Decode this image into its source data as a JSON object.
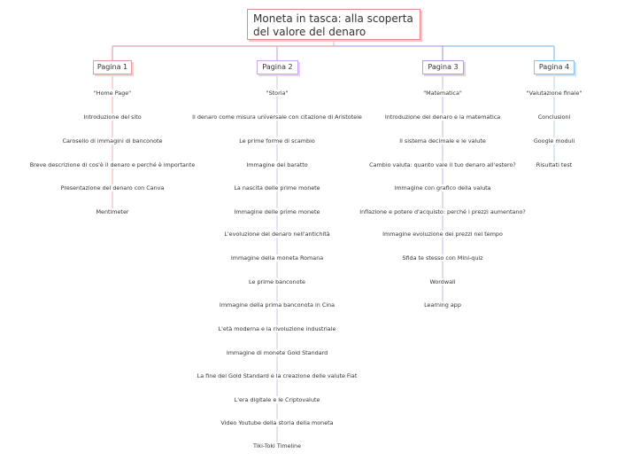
{
  "title": {
    "line1": "Moneta in tasca: alla scoperta",
    "line2": "del valore del   denaro"
  },
  "colors": {
    "page1": "#e39b9b",
    "page2": "#c9a6ea",
    "page3": "#b89be2",
    "page4": "#8cc0ea"
  },
  "columns": [
    {
      "label": "Pagina 1",
      "items": [
        "\"Home Page\"",
        "Introduzione del sito",
        "Carosello di immagini di banconote",
        "Breve descrizione di cos'è il denaro e perché è importante",
        "Presentazione del denaro con Canva",
        "Mentimeter"
      ]
    },
    {
      "label": "Pagina 2",
      "items": [
        "\"Storia\"",
        "Il denaro come misura universale con citazione di Aristotele",
        "Le prime forme di scambio",
        "Immagine del baratto",
        "La nascita delle prime monete",
        "Immagine delle prime monete",
        "L'evoluzione del denaro nell'antichità",
        "Immagine della moneta Romana",
        "Le prime banconote",
        "Immagine della prima banconota in Cina",
        "L'età moderna e la rivoluzione industriale",
        "Immagine di monete Gold Standard",
        "La fine del Gold Standard e la creazione delle valute Fiat",
        "L'era digitale e le Criptovalute",
        "Video Youtube della storia della moneta",
        "Tiki-Toki Timeline"
      ]
    },
    {
      "label": "Pagina 3",
      "items": [
        "\"Matematica\"",
        "Introduzione del denaro e la matematica",
        "Il sistema decimale e le valute",
        "Cambio valuta: quanto vale il tuo denaro all'estero?",
        "Immagine con grafico della valuta",
        "Inflazione e potere d'acquisto: perché i prezzi aumentano?",
        "Immagine evoluzione dei prezzi nel tempo",
        "Sfida te stesso con Mini-quiz",
        "Wordwall",
        "Learning app"
      ]
    },
    {
      "label": "Pagina 4",
      "items": [
        "\"Valutazione finale\"",
        "Conclusioni",
        "Google moduli",
        "Risultati test"
      ]
    }
  ]
}
